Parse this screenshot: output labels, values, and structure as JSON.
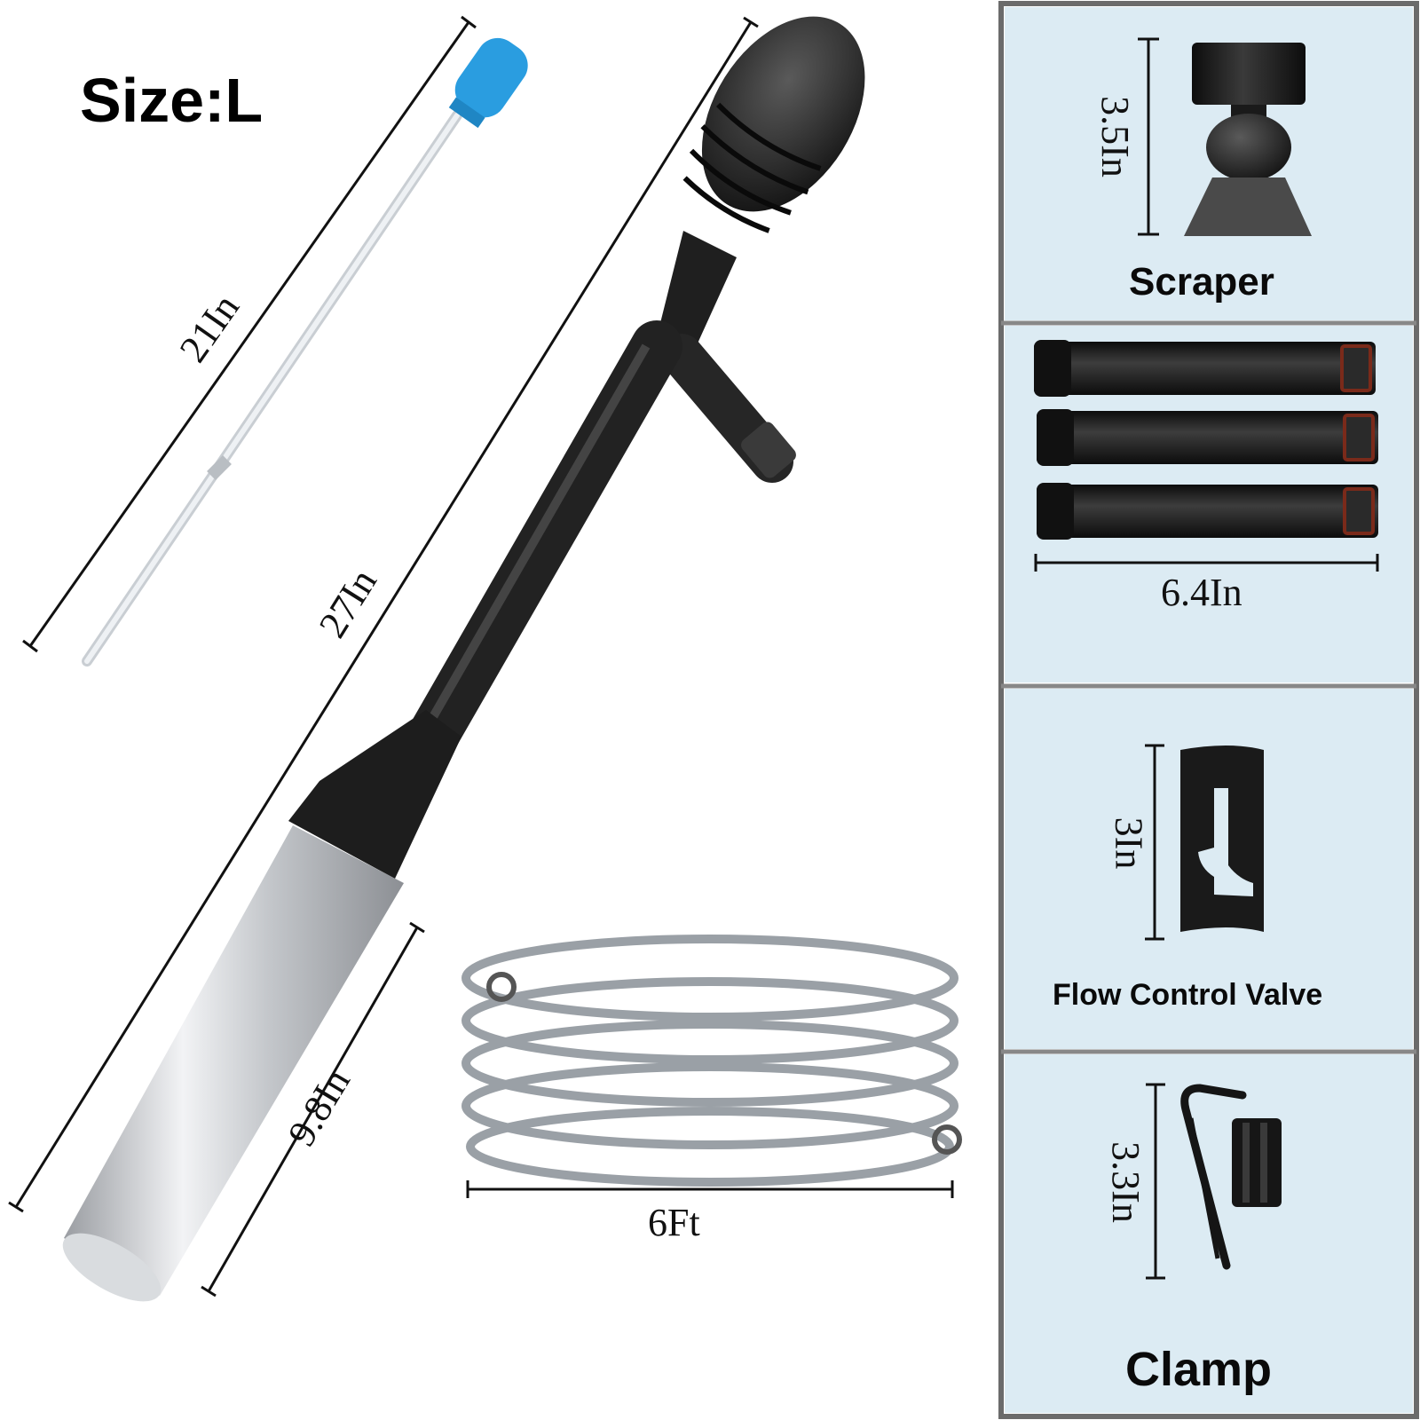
{
  "title": "Size:L",
  "dimensions": {
    "dropper": "21In",
    "siphon": "27In",
    "tube": "9.8In",
    "hose": "6Ft",
    "scraper": "3.5In",
    "extension_tubes": "6.4In",
    "valve": "3In",
    "clamp": "3.3In"
  },
  "panels": {
    "scraper": "Scraper",
    "valve": "Flow Control Valve",
    "clamp": "Clamp"
  },
  "colors": {
    "panel_bg": "#dcebf3",
    "panel_border": "#6b6b6b",
    "dropper_bulb": "#2a9de0",
    "body_black": "#1c1c1c"
  },
  "icons": [
    "dropper-icon",
    "siphon-pump-icon",
    "hose-coil-icon",
    "scraper-icon",
    "extension-tube-icon",
    "flow-valve-icon",
    "clamp-icon"
  ]
}
